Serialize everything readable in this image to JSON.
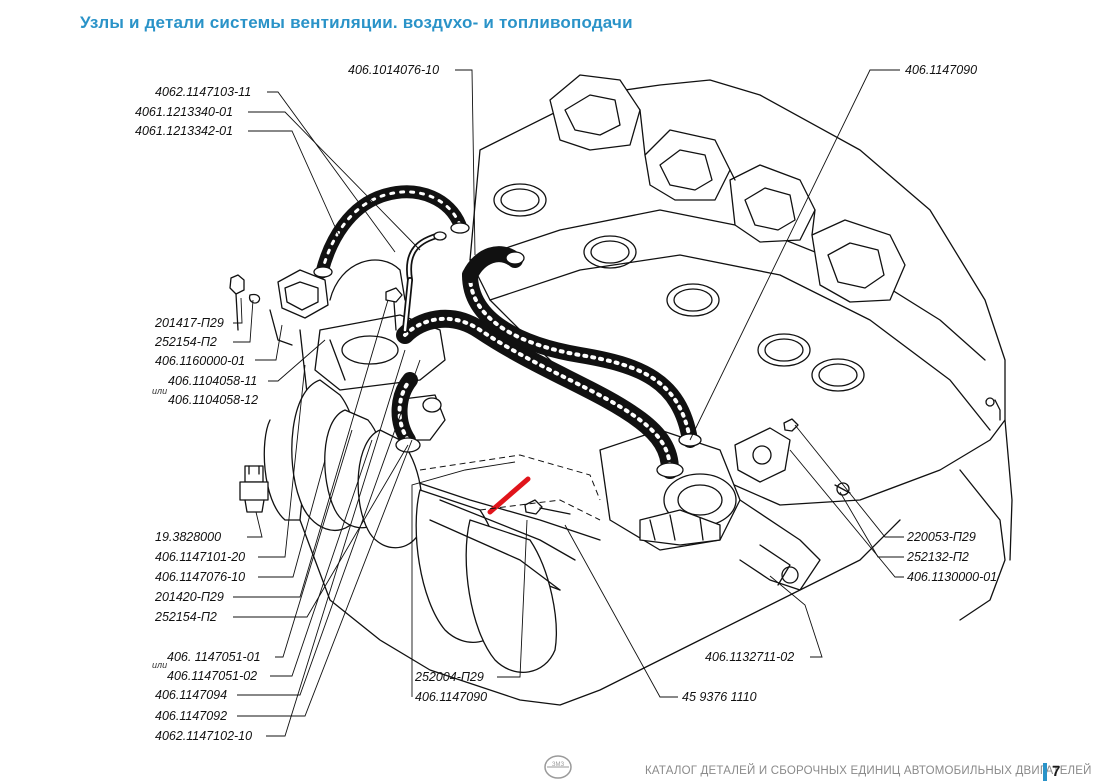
{
  "title": "Узлы и детали системы вентиляции. воздvхо- и топливоподачи",
  "footer": {
    "catalog_text": "КАТАЛОГ ДЕТАЛЕЙ И СБОРОЧНЫХ ЕДИНИЦ АВТОМОБИЛЬНЫХ ДВИГАТЕЛЕЙ",
    "page_number": "7",
    "logo_text": "ЗМЗ"
  },
  "labels": {
    "l_4062_1147103_11": "4062.1147103-11",
    "l_4061_1213340_01": "4061.1213340-01",
    "l_4061_1213342_01": "4061.1213342-01",
    "l_406_1014076_10": "406.1014076-10",
    "l_406_1147090_top": "406.1147090",
    "l_201417_p29": "201417-П29",
    "l_252154_p2_a": "252154-П2",
    "l_406_1160000_01": "406.1160000-01",
    "l_406_1104058_11": "406.1104058-11",
    "ili_1": "или",
    "l_406_1104058_12": "406.1104058-12",
    "l_19_3828000": "19.3828000",
    "l_406_1147101_20": "406.1147101-20",
    "l_406_1147076_10": "406.1147076-10",
    "l_201420_p29": "201420-П29",
    "l_252154_p2_b": "252154-П2",
    "ili_2": "или",
    "l_406_1147051_01": "406. 1147051-01",
    "l_406_1147051_02": "406.1147051-02",
    "l_406_1147094": "406.1147094",
    "l_406_1147092": "406.1147092",
    "l_4062_1147102_10": "4062.1147102-10",
    "l_252004_p29": "252004-П29",
    "l_406_1147090_bottom": "406.1147090",
    "l_45_9376_1110": "45 9376 1110",
    "l_406_1132711_02": "406.1132711-02",
    "l_220053_p29": "220053-П29",
    "l_252132_p2": "252132-П2",
    "l_406_1130000_01": "406.1130000-01"
  },
  "colors": {
    "title": "#2a93c8",
    "accent_bar": "#2a93c8",
    "highlight_line": "#e0141b",
    "line_art": "#111111",
    "footer_text": "#8a8a8a"
  }
}
